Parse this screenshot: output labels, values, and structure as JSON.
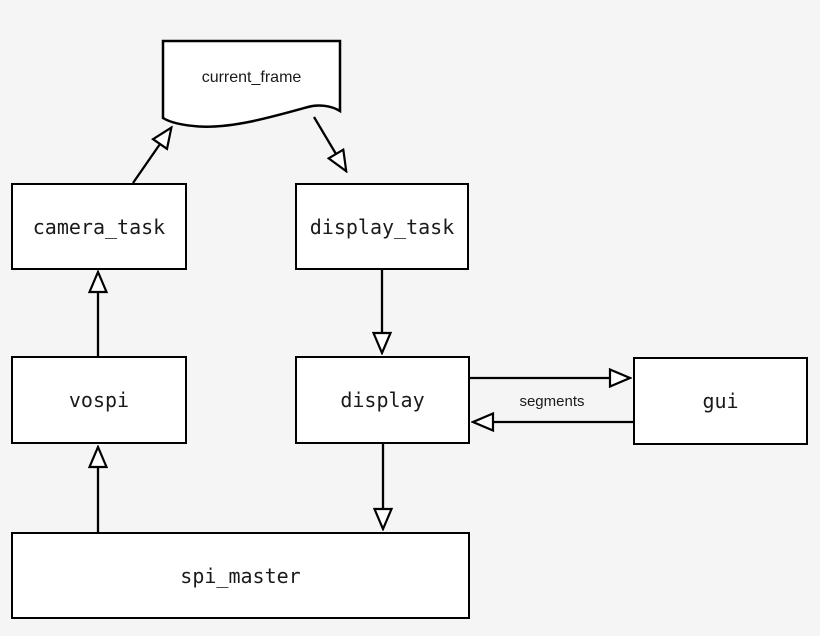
{
  "diagram": {
    "nodes": {
      "current_frame": {
        "label": "current_frame",
        "shape": "document"
      },
      "camera_task": {
        "label": "camera_task",
        "shape": "process"
      },
      "display_task": {
        "label": "display_task",
        "shape": "process"
      },
      "vospi": {
        "label": "vospi",
        "shape": "process"
      },
      "display": {
        "label": "display",
        "shape": "process"
      },
      "gui": {
        "label": "gui",
        "shape": "process"
      },
      "spi_master": {
        "label": "spi_master",
        "shape": "process"
      }
    },
    "edges": [
      {
        "from": "camera_task",
        "to": "current_frame"
      },
      {
        "from": "current_frame",
        "to": "display_task"
      },
      {
        "from": "vospi",
        "to": "camera_task"
      },
      {
        "from": "display_task",
        "to": "display"
      },
      {
        "from": "display",
        "to": "gui",
        "label": "segments"
      },
      {
        "from": "gui",
        "to": "display"
      },
      {
        "from": "spi_master",
        "to": "vospi"
      },
      {
        "from": "display",
        "to": "spi_master"
      }
    ],
    "colors": {
      "background": "#f5f5f5",
      "node_fill": "#ffffff",
      "stroke": "#000000",
      "text": "#1a1a1a"
    }
  }
}
